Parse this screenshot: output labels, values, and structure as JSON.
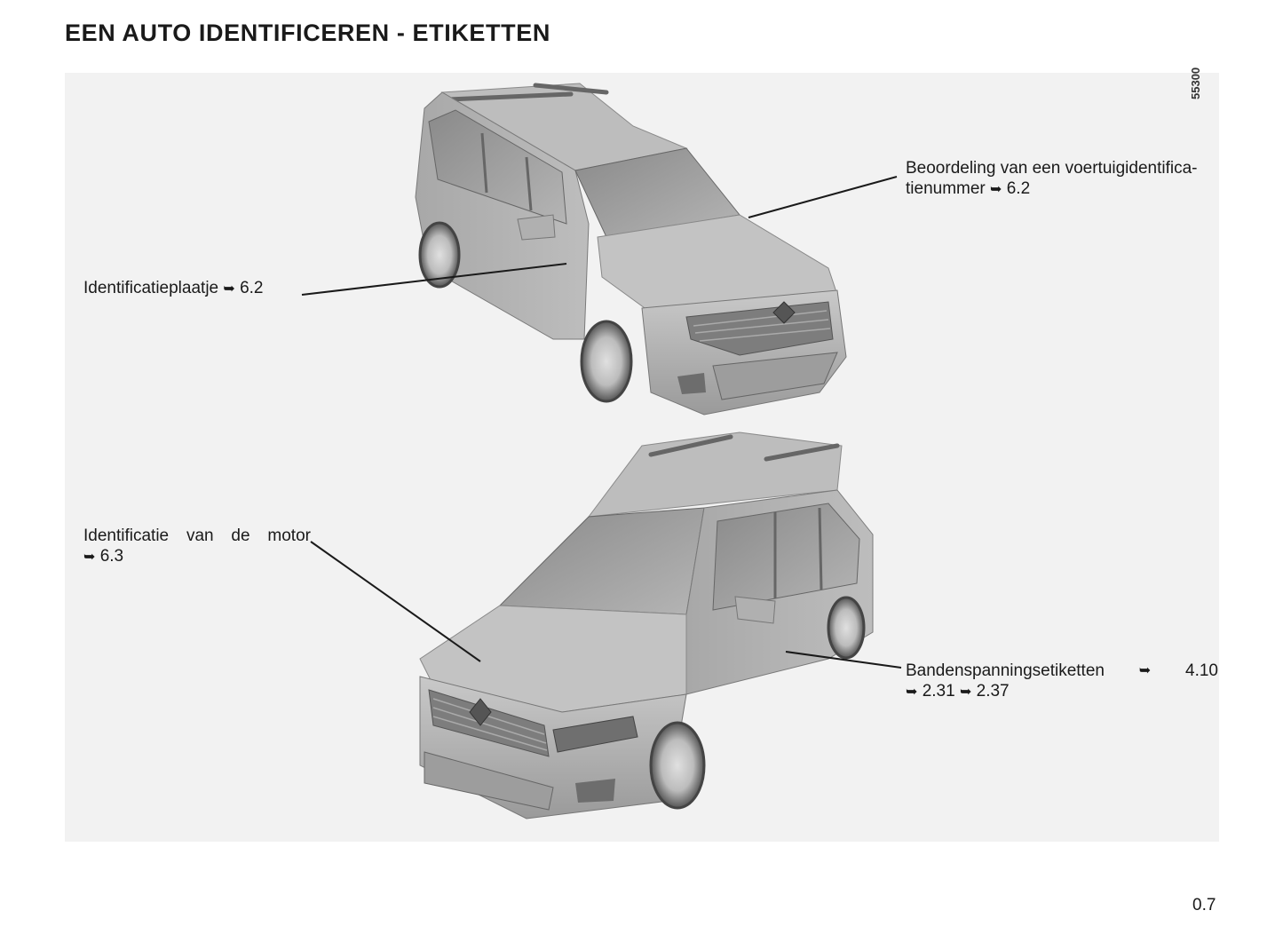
{
  "page": {
    "title": "EEN AUTO IDENTIFICEREN - ETIKETTEN",
    "page_number": "0.7"
  },
  "figure": {
    "number": "55300",
    "callouts": {
      "vin": {
        "line1": "Beoordeling van een voertuigidentifica-",
        "line2_text": "tienummer",
        "arrow": "➥",
        "ref1": "6.2"
      },
      "plate": {
        "text": "Identificatieplaatje",
        "arrow": "➥",
        "ref1": "6.2"
      },
      "engine": {
        "w1": "Identificatie",
        "w2": "van",
        "w3": "de",
        "w4": "motor",
        "arrow": "➥",
        "ref1": "6.3"
      },
      "tyre": {
        "text": "Bandenspanningsetiketten",
        "arrow": "➥",
        "ref1": "4.10",
        "ref2": "2.31",
        "ref3": "2.37"
      }
    }
  }
}
